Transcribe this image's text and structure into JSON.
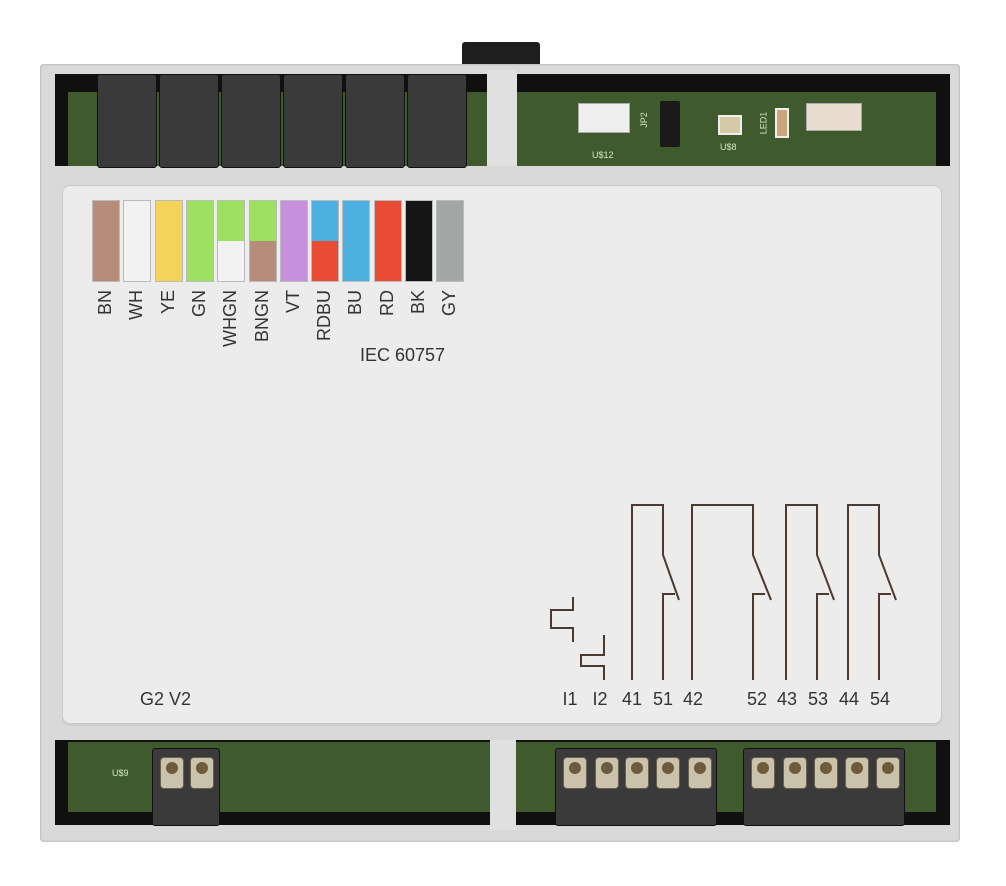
{
  "wire_colors": [
    {
      "code": "BN",
      "top": "#b68c7a",
      "bottom": "#b68c7a"
    },
    {
      "code": "WH",
      "top": "#f2f2f2",
      "bottom": "#f2f2f2"
    },
    {
      "code": "YE",
      "top": "#f3d35a",
      "bottom": "#f3d35a"
    },
    {
      "code": "GN",
      "top": "#9ee05f",
      "bottom": "#9ee05f"
    },
    {
      "code": "WHGN",
      "top": "#9ee05f",
      "bottom": "#f2f2f2"
    },
    {
      "code": "BNGN",
      "top": "#9ee05f",
      "bottom": "#b68c7a"
    },
    {
      "code": "VT",
      "top": "#c690dc",
      "bottom": "#c690dc"
    },
    {
      "code": "RDBU",
      "top": "#4cb1e0",
      "bottom": "#e94c35"
    },
    {
      "code": "BU",
      "top": "#4cb1e0",
      "bottom": "#4cb1e0"
    },
    {
      "code": "RD",
      "top": "#e94c35",
      "bottom": "#e94c35"
    },
    {
      "code": "BK",
      "top": "#151515",
      "bottom": "#151515"
    },
    {
      "code": "GY",
      "top": "#a3a8a6",
      "bottom": "#a3a8a6"
    }
  ],
  "standard": "IEC 60757",
  "model": "G2 V2",
  "terminal_labels": [
    "I1",
    "I2",
    "41",
    "51",
    "42",
    "52",
    "43",
    "53",
    "44",
    "54"
  ],
  "pcb_labels": {
    "u12": "U$12",
    "jp2": "JP2",
    "u8": "U$8",
    "led1": "LED1",
    "u9": "U$9"
  }
}
